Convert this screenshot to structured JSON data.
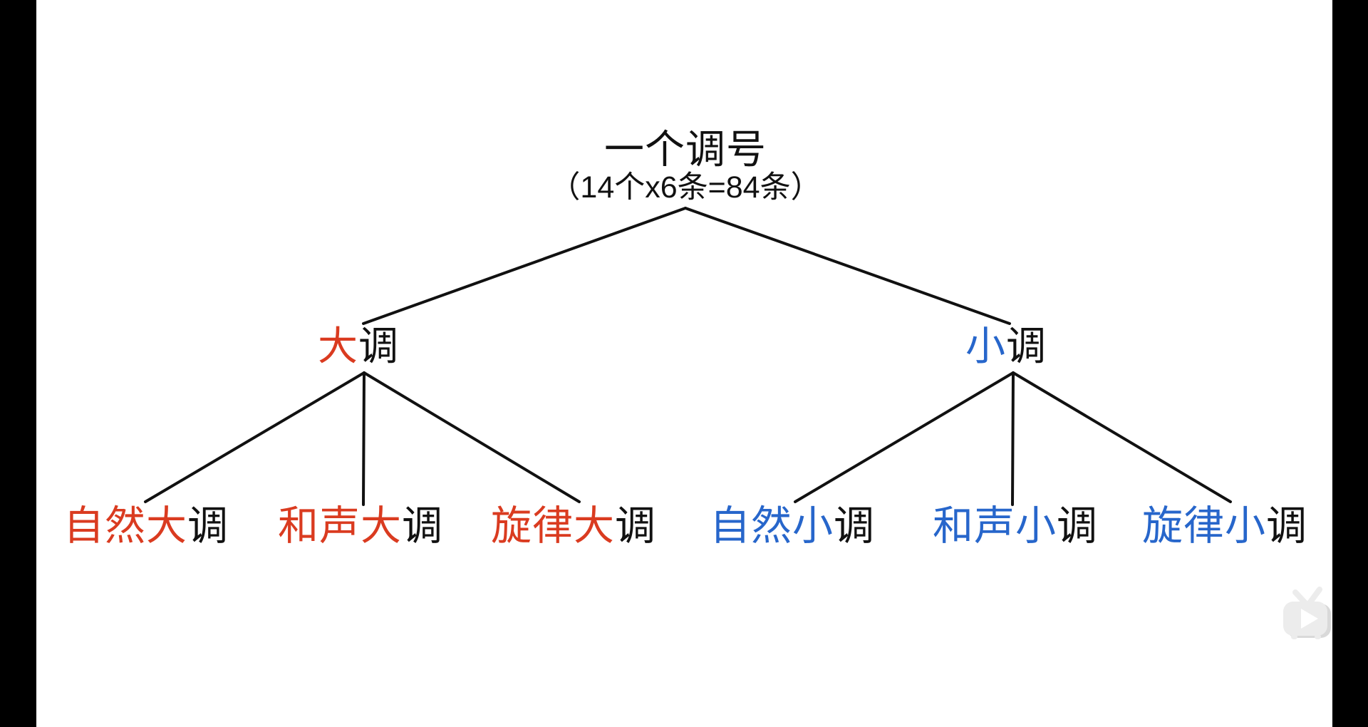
{
  "window": {
    "background": "#000000",
    "canvas_background": "#ffffff"
  },
  "colors": {
    "major_accent": "#da3b20",
    "minor_accent": "#2766cb",
    "text": "#111111",
    "line": "#111111",
    "player_icon": "#ececec"
  },
  "diagram": {
    "root": {
      "title": "一个调号",
      "subtitle": "（14个x6条=84条）"
    },
    "level1": [
      {
        "id": "major",
        "colored": "大",
        "plain": "调"
      },
      {
        "id": "minor",
        "colored": "小",
        "plain": "调"
      }
    ],
    "level2": [
      {
        "id": "natural-major",
        "parent": "major",
        "colored": "自然大",
        "plain": "调"
      },
      {
        "id": "harmonic-major",
        "parent": "major",
        "colored": "和声大",
        "plain": "调"
      },
      {
        "id": "melodic-major",
        "parent": "major",
        "colored": "旋律大",
        "plain": "调"
      },
      {
        "id": "natural-minor",
        "parent": "minor",
        "colored": "自然小",
        "plain": "调"
      },
      {
        "id": "harmonic-minor",
        "parent": "minor",
        "colored": "和声小",
        "plain": "调"
      },
      {
        "id": "melodic-minor",
        "parent": "minor",
        "colored": "旋律小",
        "plain": "调"
      }
    ]
  },
  "icons": {
    "player": "tv-play-icon"
  }
}
